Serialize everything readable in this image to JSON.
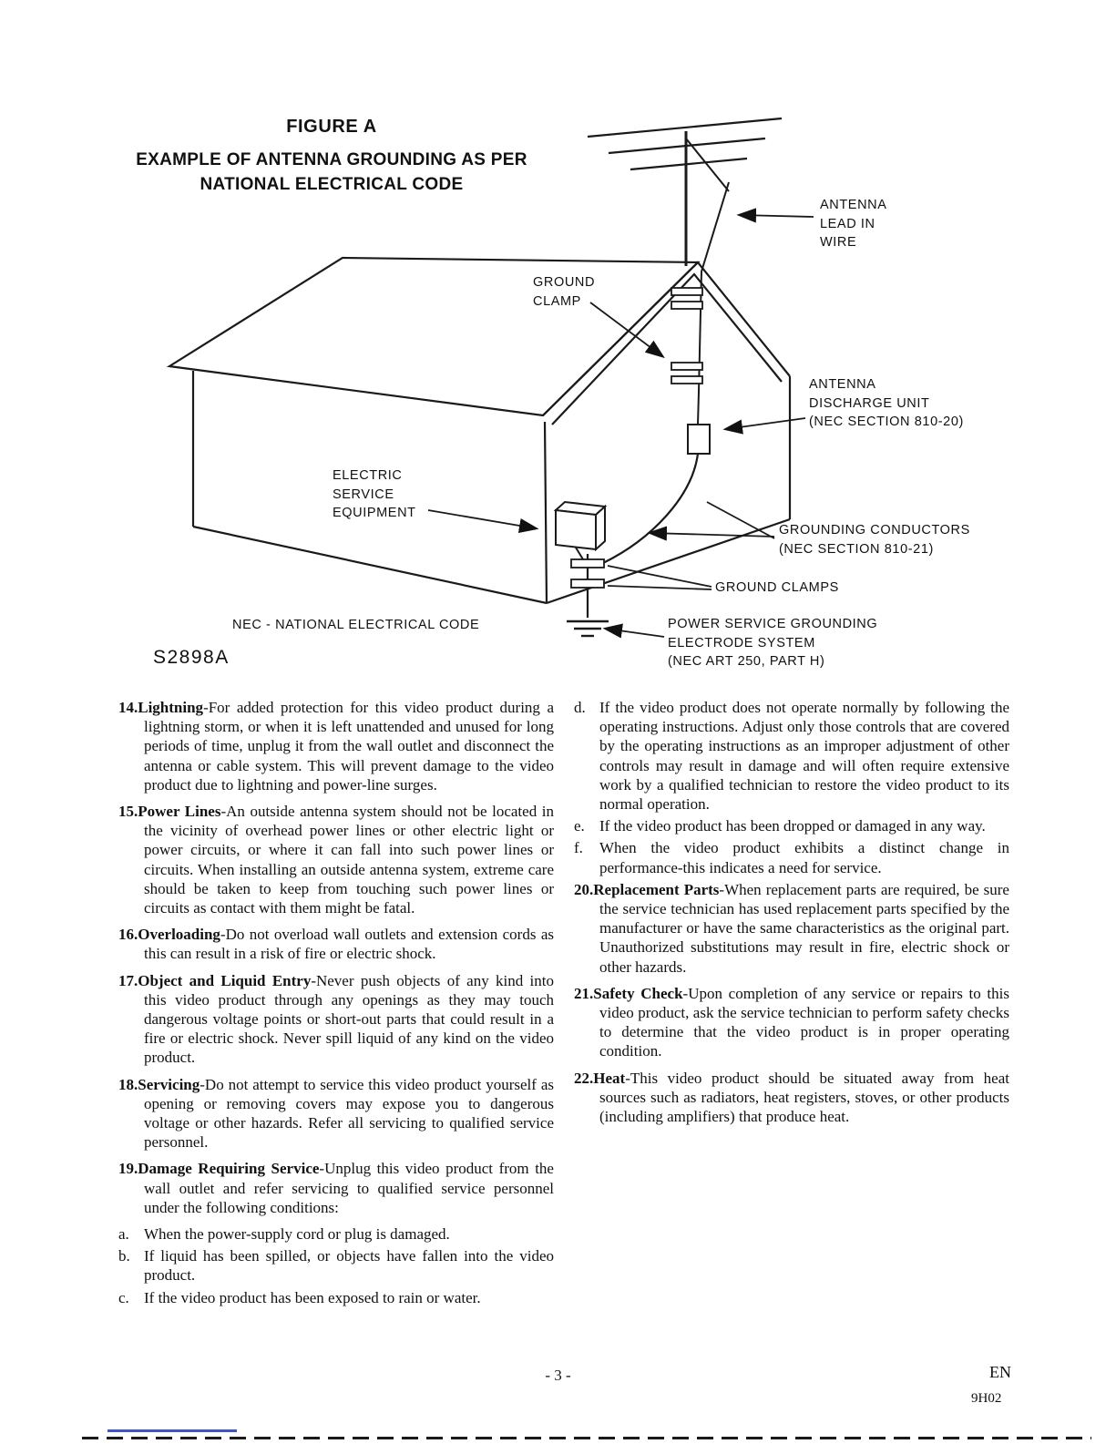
{
  "figure": {
    "title": "FIGURE A",
    "subtitle": "EXAMPLE OF ANTENNA GROUNDING AS PER\nNATIONAL ELECTRICAL CODE",
    "code": "S2898A",
    "nec_note": "NEC - NATIONAL ELECTRICAL CODE",
    "labels": {
      "antenna_lead_in": "ANTENNA\nLEAD IN\nWIRE",
      "ground_clamp": "GROUND\nCLAMP",
      "antenna_discharge_unit": "ANTENNA\nDISCHARGE UNIT\n(NEC SECTION 810-20)",
      "electric_service_equipment": "ELECTRIC\nSERVICE\nEQUIPMENT",
      "grounding_conductors": "GROUNDING CONDUCTORS\n(NEC SECTION 810-21)",
      "ground_clamps": "GROUND CLAMPS",
      "power_service_grounding": "POWER SERVICE GROUNDING\nELECTRODE SYSTEM\n(NEC ART 250, PART H)"
    }
  },
  "instructions": {
    "left": [
      {
        "lead": "14.Lightning",
        "text": "-For added protection for this video product during a lightning storm, or when it is left unattended and unused for long periods of time, unplug it from the wall outlet and disconnect the antenna or cable system. This will prevent damage to the video product due to lightning and power-line surges."
      },
      {
        "lead": "15.Power Lines",
        "text": "-An outside antenna system should not be located in the vicinity of overhead power lines or other electric light or power circuits, or where it can fall into such power lines or circuits. When installing an outside antenna system, extreme care should be taken to keep from touching such power lines or circuits as contact with them might be fatal."
      },
      {
        "lead": "16.Overloading",
        "text": "-Do not overload wall outlets and extension cords as this can result in a risk of fire or electric shock."
      },
      {
        "lead": "17.Object and Liquid Entry",
        "text": "-Never push objects of any kind into this video product through any openings as they may touch dangerous voltage points or short-out parts that could result in a fire or electric shock. Never spill liquid of any kind on the video product."
      },
      {
        "lead": "18.Servicing",
        "text": "-Do not attempt to service this video product yourself as opening or removing covers may expose you to dangerous voltage or other hazards. Refer all servicing to qualified service personnel."
      },
      {
        "lead": "19.Damage Requiring Service",
        "text": "-Unplug this video product from the wall outlet and refer servicing to qualified service personnel under the following conditions:"
      },
      {
        "letter": "a.",
        "text": "When the power-supply cord or plug is damaged."
      },
      {
        "letter": "b.",
        "text": "If liquid has been spilled, or objects have fallen into the video product."
      },
      {
        "letter": "c.",
        "text": "If the video product has been exposed to rain or water."
      }
    ],
    "right": [
      {
        "letter": "d.",
        "text": "If the video product does not operate normally by following the operating instructions. Adjust only those controls that are covered by the operating instructions as an improper adjustment of other controls may result in damage and will often require extensive work by a qualified technician to restore the video product to its normal operation."
      },
      {
        "letter": "e.",
        "text": "If the video product has been dropped or damaged in any way."
      },
      {
        "letter": "f.",
        "text": "When the video product exhibits a distinct change in performance-this indicates a need for service."
      },
      {
        "lead": "20.Replacement Parts",
        "text": "-When replacement parts are required, be sure the service technician has used replacement parts specified by the manufacturer or have the same characteristics as the original part. Unauthorized substitutions may result in fire, electric shock or other hazards."
      },
      {
        "lead": "21.Safety Check",
        "text": "-Upon completion of any service or repairs to this video product, ask the service technician to perform safety checks to determine that the video product is in proper operating condition."
      },
      {
        "lead": "22.Heat",
        "text": "-This video product should be situated away from heat sources such as radiators, heat registers, stoves, or other products (including amplifiers) that produce heat."
      }
    ]
  },
  "footer": {
    "page": "- 3 -",
    "lang": "EN",
    "code": "9H02"
  }
}
